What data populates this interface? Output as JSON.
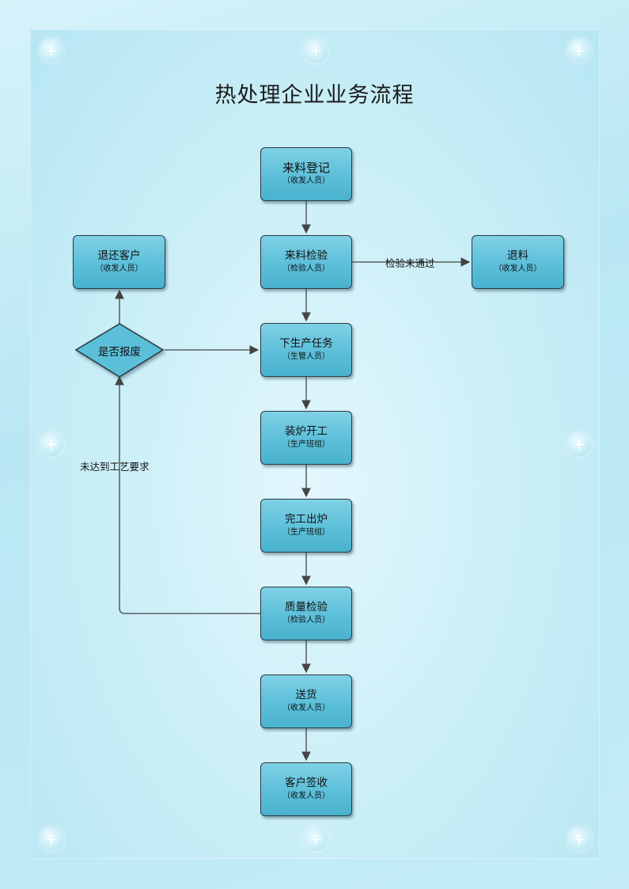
{
  "title": "热处理企业业务流程",
  "nodes": {
    "receive_register": {
      "label": "来料登记",
      "role": "（收发人员）"
    },
    "incoming_inspect": {
      "label": "来料检验",
      "role": "（检验人员）"
    },
    "return_material": {
      "label": "退料",
      "role": "（收发人员）"
    },
    "return_customer": {
      "label": "退还客户",
      "role": "（收发人员）"
    },
    "production_task": {
      "label": "下生产任务",
      "role": "（生管人员）"
    },
    "load_furnace": {
      "label": "装炉开工",
      "role": "（生产班组）"
    },
    "finish_unload": {
      "label": "完工出炉",
      "role": "（生产班组）"
    },
    "quality_inspect": {
      "label": "质量检验",
      "role": "（检验人员）"
    },
    "delivery": {
      "label": "送货",
      "role": "（收发人员）"
    },
    "customer_sign": {
      "label": "客户签收",
      "role": "（收发人员）"
    }
  },
  "decision": {
    "label": "是否报废"
  },
  "edge_labels": {
    "inspect_fail": "检验未通过",
    "not_meet_req": "未达到工艺要求"
  },
  "colors": {
    "node_fill": "#5cbfd9",
    "node_border": "#2f3a40",
    "connector": "#444444"
  }
}
